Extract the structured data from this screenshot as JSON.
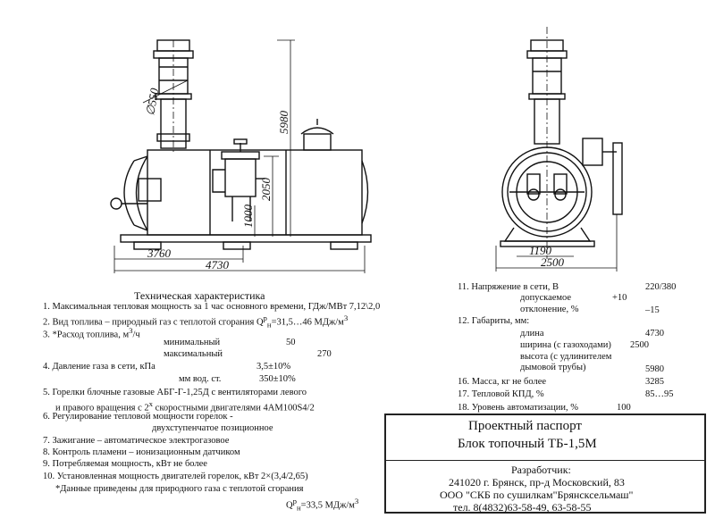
{
  "drawing": {
    "dims": {
      "d550": "∅550",
      "h5980": "5980",
      "h2050": "2050",
      "h1000": "1000",
      "l3760": "3760",
      "l4730": "4730",
      "w1190": "1190",
      "w2500": "2500"
    }
  },
  "spec": {
    "title": "Техническая характеристика",
    "lines": [
      {
        "text": "1.  Максимальная тепловая мощность за 1 час основного времени, ГДж/МВт 7,12\\2,0"
      },
      {
        "text": "2.  Вид топлива – природный газ с теплотой сгорания Q",
        "sup": "р",
        "sub": "н",
        "tail": "=31,5…46 МДж/м",
        "sup2": "3"
      },
      {
        "text": "3.  *Расход топлива, м",
        "sup": "3",
        "tail": "/ч"
      },
      {
        "text": "минимальный"
      },
      {
        "text": "50"
      },
      {
        "text": "максимальный"
      },
      {
        "text": "270"
      },
      {
        "text": "4.  Давление газа в сети,  кПа"
      },
      {
        "text": "3,5±10%"
      },
      {
        "text": "мм  вод. ст."
      },
      {
        "text": "350±10%"
      },
      {
        "text": "5.  Горелки блочные газовые АБГ-Г-1,25Д  с вентиляторами левого"
      },
      {
        "text": "и правого  вращения с 2",
        "sup": "х",
        "tail": " скоростными двигателями 4АМ100S4/2"
      },
      {
        "text": "6.  Регулирование тепловой мощности горелок -"
      },
      {
        "text": "двухступенчатое позиционное"
      },
      {
        "text": "7.  Зажигание – автоматическое электрогазовое"
      },
      {
        "text": "8.  Контроль пламени – ионизационным датчиком"
      },
      {
        "text": "9.  Потребляемая мощность, кВт   не более"
      },
      {
        "text": "10.   Установленная мощность двигателей горелок, кВт    2×(3,4/2,65)"
      },
      {
        "text": "*Данные приведены для природного газа с теплотой сгорания"
      },
      {
        "text": "Q",
        "sup": "р",
        "sub": "н",
        "tail": "=33,5 МДж/м",
        "sup2": "3"
      }
    ],
    "right": [
      {
        "text": "11.  Напряжение в сети,  В"
      },
      {
        "text": "220/380"
      },
      {
        "text": "допускаемое"
      },
      {
        "text": "+10"
      },
      {
        "text": "отклонение, %"
      },
      {
        "text": "–15"
      },
      {
        "text": "12.  Габариты, мм:"
      },
      {
        "text": "длина"
      },
      {
        "text": "4730"
      },
      {
        "text": "ширина (с газоходами)"
      },
      {
        "text": "2500"
      },
      {
        "text": "высота (с удлинителем"
      },
      {
        "text": "дымовой трубы)"
      },
      {
        "text": "5980"
      },
      {
        "text": "16.  Масса, кг не более"
      },
      {
        "text": "3285"
      },
      {
        "text": "17.  Тепловой КПД, %"
      },
      {
        "text": "85…95"
      },
      {
        "text": "18.  Уровень автоматизации, %"
      },
      {
        "text": "100"
      }
    ]
  },
  "stamp": {
    "title1": "Проектный паспорт",
    "title2": "Блок топочный ТБ-1,5М",
    "dev": "Разработчик:",
    "addr": "241020 г. Брянск, пр-д Московский, 83",
    "org": "ООО \"СКБ по сушилкам\"Брянсксельмаш\"",
    "tel": "тел. 8(4832)63-58-49, 63-58-55"
  }
}
